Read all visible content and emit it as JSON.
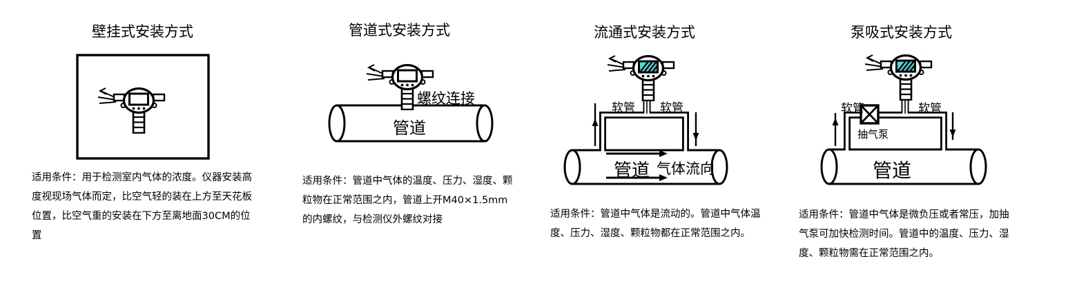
{
  "figure": {
    "kind": "gas-detector-installation-methods",
    "background": "#ffffff"
  },
  "colors": {
    "line": "#000000",
    "screen_cyan": "#3fe3de",
    "screen_white": "#ffffff",
    "text": "#000000"
  },
  "panels": [
    {
      "id": "wall-mount",
      "title": "壁挂式安装方式",
      "description": "适用条件：用于检测室内气体的浓度。仪器安装高度视现场气体而定，比空气轻的装在上方至天花板位置，比空气重的安装在下方至离地面30CM的位置",
      "labels": {}
    },
    {
      "id": "pipeline-mount",
      "title": "管道式安装方式",
      "description": "适用条件：管道中气体的温度、压力、湿度、颗粒物在正常范围之内，管道上开M40×1.5mm的内螺纹，与检测仪外螺纹对接",
      "labels": {
        "thread_connection": "螺纹连接",
        "pipe": "管道"
      }
    },
    {
      "id": "flow-through-mount",
      "title": "流通式安装方式",
      "description": "适用条件：管道中气体是流动的。管道中气体温度、压力、湿度、颗粒物都在正常范围之内。",
      "labels": {
        "hose_left": "软管",
        "hose_right": "软管",
        "pipe": "管道",
        "gas_flow_direction": "气体流向"
      }
    },
    {
      "id": "pump-suction-mount",
      "title": "泵吸式安装方式",
      "description": "适用条件：管道中气体是微负压或者常压，加抽气泵可加快检测时间。管道中的温度、压力、湿度、颗粒物需在正常范围之内。",
      "labels": {
        "hose_left": "软管",
        "hose_right": "软管",
        "pump": "抽气泵",
        "pipe": "管道"
      }
    }
  ]
}
